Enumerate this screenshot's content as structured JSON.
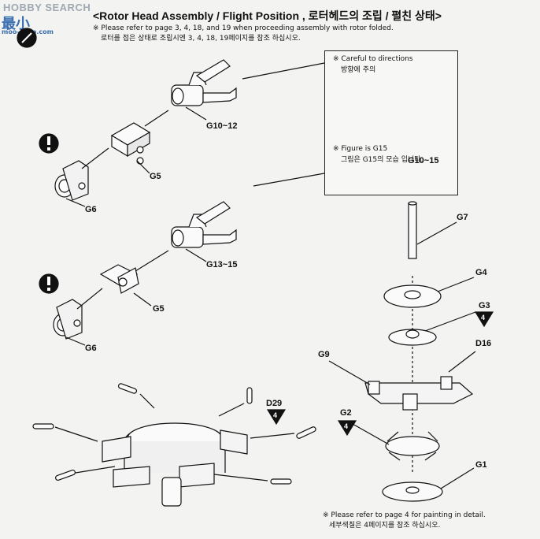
{
  "watermark": {
    "text": "HOBBY SEARCH",
    "logo": "最小",
    "site": "moo-shop.com"
  },
  "header": {
    "title": "<Rotor Head Assembly / Flight Position , 로터헤드의 조립 / 펼친 상태>"
  },
  "notes": {
    "refer_en": "※ Please refer to page 3, 4, 18, and 19 when proceeding assembly with rotor folded.",
    "refer_ko": "로터를 접은 상태로 조립시엔 3, 4, 18, 19페이지를 참조 하십시오.",
    "paint_en": "※ Please refer to page 4 for painting in detail.",
    "paint_ko": "세부색칠은 4페이지를 참조 하십시오."
  },
  "callout": {
    "careful_en": "※ Careful to directions",
    "careful_ko": "방향에 주의",
    "figure_en": "※ Figure is G15",
    "figure_ko": "그림은 G15의 모습 입니다.",
    "part": "G10~15"
  },
  "parts": {
    "top_arm": "G10~12",
    "top_clip": "G5",
    "top_gear": "G6",
    "mid_arm": "G13~15",
    "mid_clip": "G5",
    "mid_gear": "G6",
    "shaft": "G7",
    "disk_top": "G4",
    "hub": "G3",
    "hub_num": "4",
    "blade": "G9",
    "d16": "D16",
    "g2": "G2",
    "g2_num": "4",
    "base": "G1",
    "d29": "D29",
    "d29_num": "4"
  },
  "icons": [
    "caution-icon",
    "knife-icon",
    "glue-icon"
  ]
}
